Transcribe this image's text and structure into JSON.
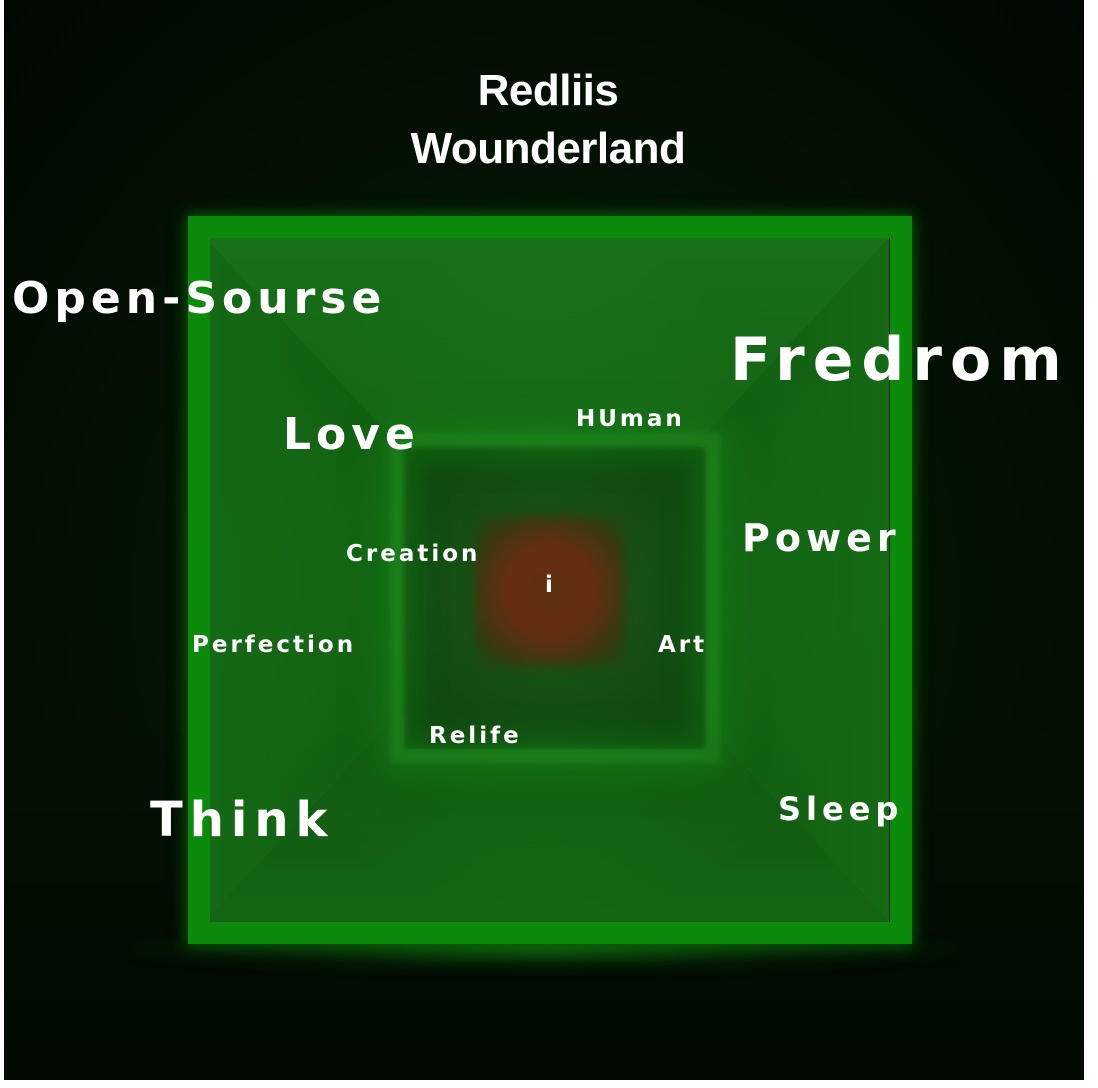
{
  "title": {
    "line1": "Redliis",
    "line2": "Wounderland"
  },
  "words": {
    "open_sourse": "Open-Sourse",
    "fredrom": "Fredrom",
    "love": "Love",
    "human": "HUman",
    "power": "Power",
    "creation": "Creation",
    "i": "i",
    "perfection": "Perfection",
    "art": "Art",
    "relife": "Relife",
    "think": "Think",
    "sleep": "Sleep"
  },
  "colors": {
    "background": "#020c02",
    "frame_green": "#0c8a0c",
    "inner_green": "#1d8a1d",
    "core": "#6a2e10",
    "text": "#ffffff"
  }
}
